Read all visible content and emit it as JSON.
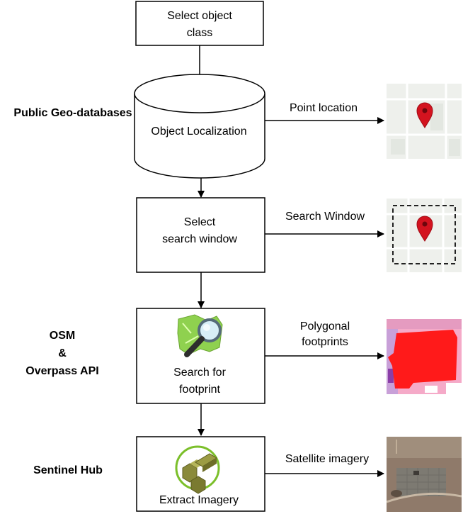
{
  "left_labels": {
    "public_geo": "Public Geo-databases",
    "osm_line1": "OSM",
    "osm_line2": "&",
    "osm_line3": "Overpass API",
    "sentinel": "Sentinel Hub"
  },
  "steps": {
    "select_class": {
      "line1": "Select object",
      "line2": "class"
    },
    "localization": {
      "label": "Object Localization"
    },
    "search_window": {
      "line1": "Select",
      "line2": "search window"
    },
    "footprint": {
      "line1": "Search for",
      "line2": "footprint"
    },
    "imagery": {
      "label": "Extract Imagery"
    }
  },
  "outputs": {
    "point": "Point location",
    "window": "Search Window",
    "polygon_line1": "Polygonal",
    "polygon_line2": "footprints",
    "satellite": "Satellite imagery"
  },
  "colors": {
    "pin": "#d3131f",
    "map_bg": "#eef0ec",
    "footprint_red": "#ff1a1a",
    "footprint_pink": "#f5aac8",
    "osm_green": "#8fd14f",
    "sentinel_green": "#7bbf2a"
  },
  "icons": {
    "osm": "osm-magnifier-icon",
    "sentinel": "sentinel-hub-icon",
    "pin": "map-pin-icon"
  }
}
